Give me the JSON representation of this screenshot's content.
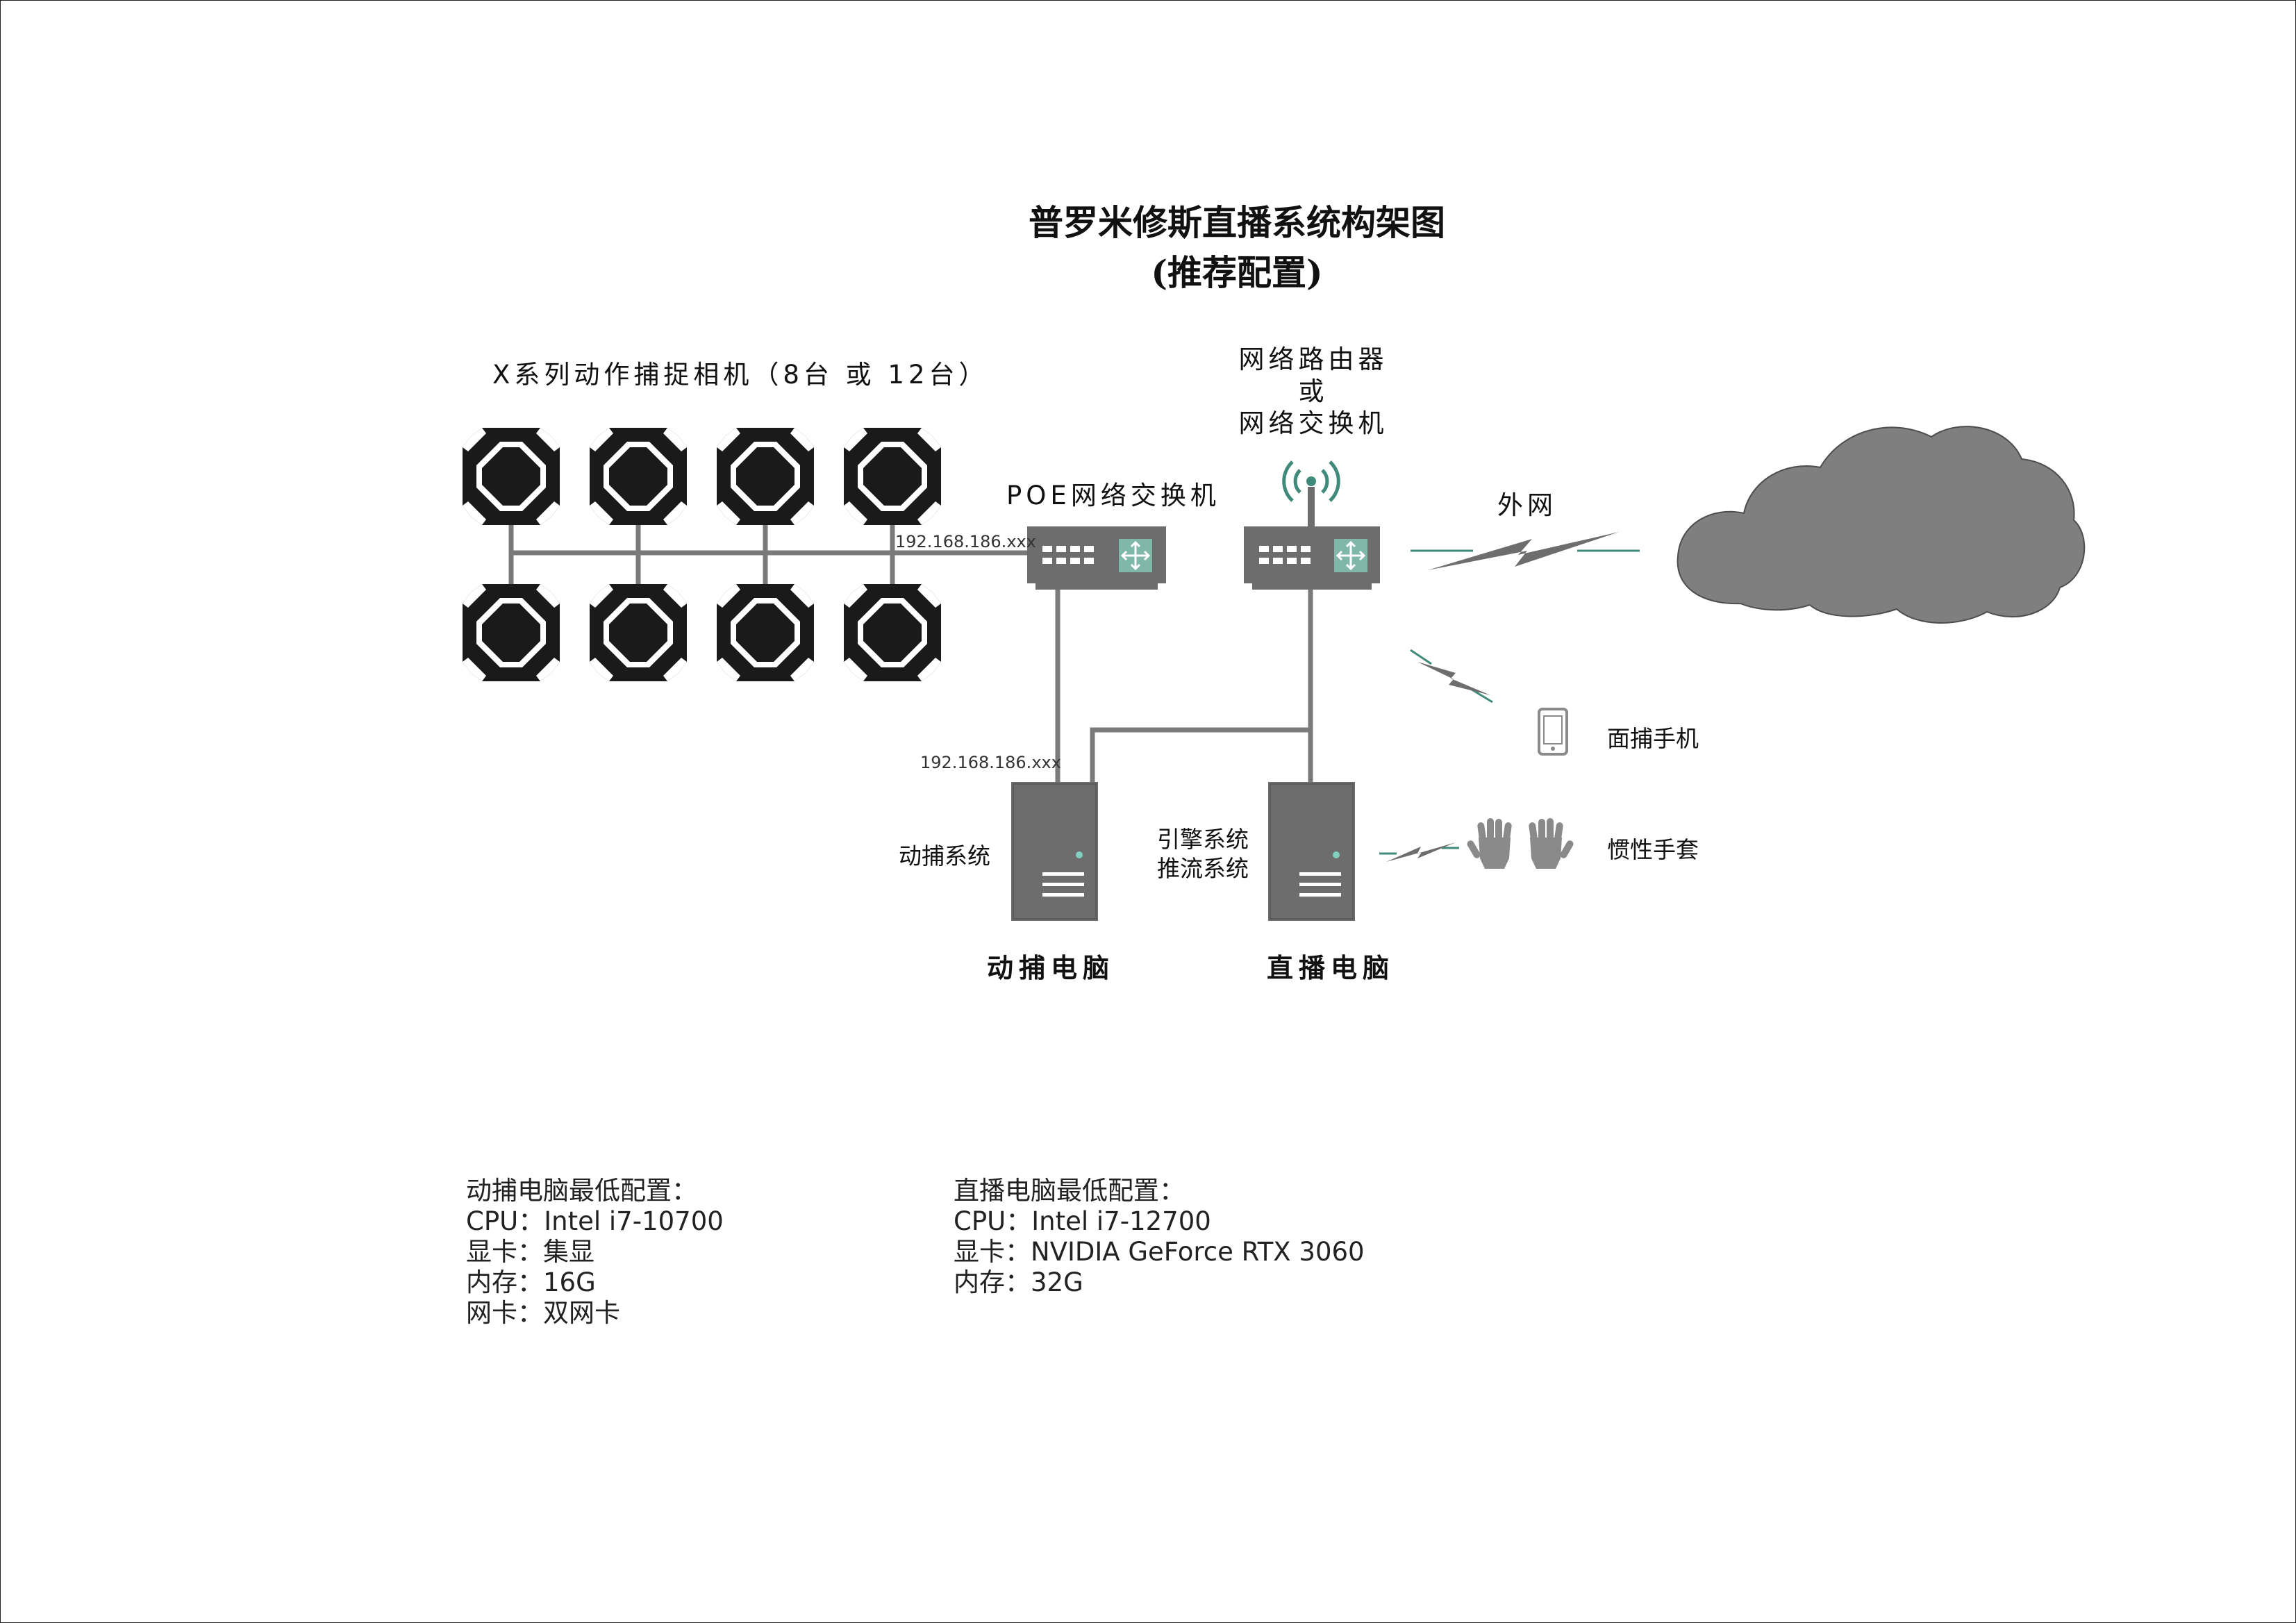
{
  "title": {
    "line1": "普罗米修斯直播系统构架图",
    "line2": "(推荐配置)"
  },
  "cameras": {
    "label": "X系列动作捕捉相机（8台 或 12台）",
    "count": 8
  },
  "poe_switch": {
    "label": "POE网络交换机",
    "ip_top": "192.168.186.xxx",
    "ip_bottom": "192.168.186.xxx"
  },
  "router": {
    "line1": "网络路由器",
    "line2": "或",
    "line3": "网络交换机"
  },
  "internet": {
    "label": "外网"
  },
  "mocap_pc": {
    "side_label": "动捕系统",
    "label": "动捕电脑"
  },
  "stream_pc": {
    "side_label_1": "引擎系统",
    "side_label_2": "推流系统",
    "label": "直播电脑"
  },
  "devices": {
    "phone_label": "面捕手机",
    "gloves_label": "惯性手套"
  },
  "specs": {
    "mocap": {
      "heading": "动捕电脑最低配置：",
      "cpu": "CPU：Intel i7-10700",
      "gpu": "显卡：集显",
      "ram": "内存：16G",
      "nic": "网卡：双网卡"
    },
    "stream": {
      "heading": "直播电脑最低配置：",
      "cpu": "CPU：Intel i7-12700",
      "gpu": "显卡：NVIDIA GeForce RTX 3060",
      "ram": "内存：32G"
    }
  },
  "colors": {
    "device_gray": "#6d6d6d",
    "line_gray": "#7a7a7a",
    "cloud_gray": "#7f7f7f",
    "camera_black": "#1a1a1a",
    "accent_teal": "#3f8a7a",
    "port_teal": "#7fb8a8"
  }
}
